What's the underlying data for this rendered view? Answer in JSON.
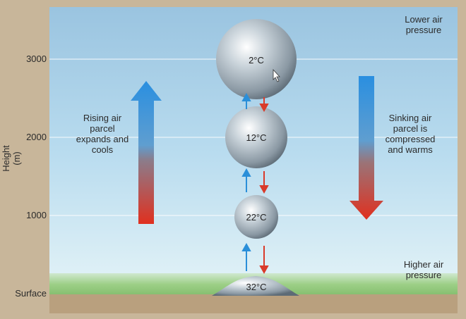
{
  "axis": {
    "ylabel": "Height (m)",
    "ticks": [
      "3000",
      "2000",
      "1000",
      "Surface"
    ]
  },
  "labels": {
    "top_right": "Lower air pressure",
    "bottom_right": "Higher air pressure",
    "rising": "Rising air parcel expands and cools",
    "sinking": "Sinking air parcel is compressed and warms"
  },
  "parcels": [
    {
      "temp": "2°C"
    },
    {
      "temp": "12°C"
    },
    {
      "temp": "22°C"
    },
    {
      "temp": "32°C"
    }
  ],
  "colors": {
    "sky_top": "#9cc6e2",
    "sky_bottom": "#d6ecf5",
    "ground": "#b79f7f",
    "grass": "#8cc07a",
    "arrow_warm": "#d93a2a",
    "arrow_cool": "#2a8fd9"
  }
}
